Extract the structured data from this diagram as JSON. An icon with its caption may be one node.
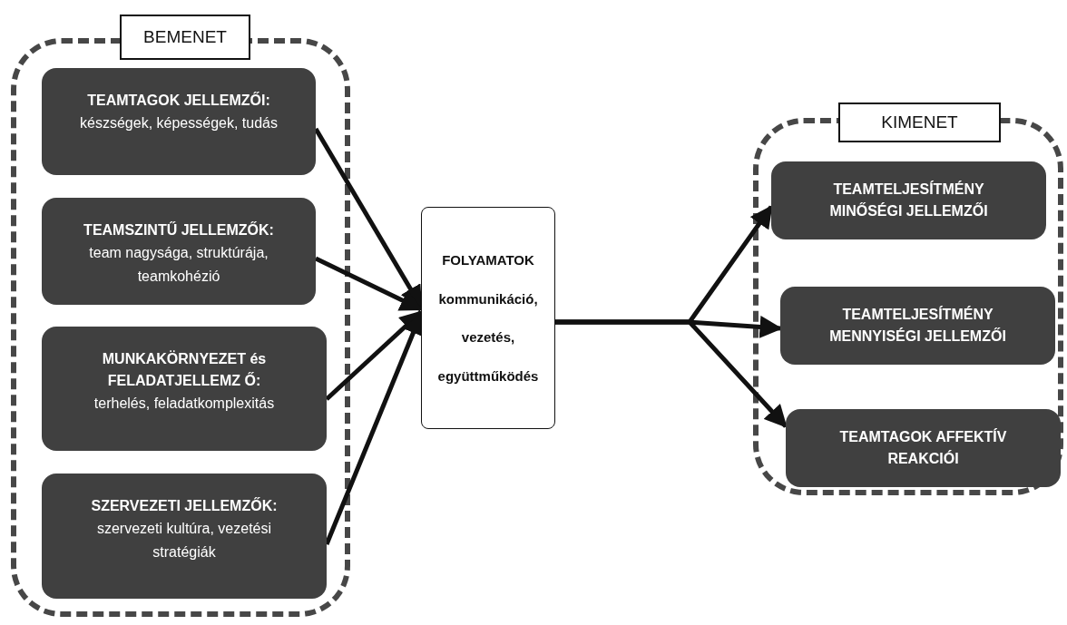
{
  "diagram": {
    "nodes": [
      {
        "text": [
          "BEMENET"
        ]
      },
      {
        "text": [
          "TEAMTAGOK JELLEMZŐI:",
          "készségek, képességek, tudás"
        ],
        "in": 0
      },
      {
        "text": [
          "TEAMSZINTŰ JELLEMZŐK:",
          "team nagysága, struktúrája, teamkohézió"
        ],
        "in": 0
      },
      {
        "text": [
          "MUNKAKÖRNYEZET és FELADATJELLEMZ Ő:",
          "terhelés, feladatkomplexitás"
        ],
        "in": 0
      },
      {
        "text": [
          "SZERVEZETI JELLEMZŐK:",
          "szervezeti kultúra, vezetési stratégiák"
        ],
        "in": 0
      },
      {
        "text": [
          "FOLYAMATOK",
          "kommunikáció,",
          "vezetés,",
          "együttműködés"
        ]
      },
      {
        "text": [
          "KIMENET"
        ]
      },
      {
        "text": [
          "TEAMTELJESÍTMÉNY MINŐSÉGI JELLEMZŐI"
        ],
        "in": 6
      },
      {
        "text": [
          "TEAMTELJESÍTMÉNY MENNYISÉGI JELLEMZŐI"
        ],
        "in": 6
      },
      {
        "text": [
          "TEAMTAGOK AFFEKTÍV REAKCIÓI"
        ],
        "in": 6
      }
    ],
    "edges": [
      {
        "from": 1,
        "to": 5,
        "arrow": "to"
      },
      {
        "from": 2,
        "to": 5,
        "arrow": "to"
      },
      {
        "from": 3,
        "to": 5,
        "arrow": "to"
      },
      {
        "from": 4,
        "to": 5,
        "arrow": "to"
      },
      {
        "from": 5,
        "to": 7,
        "arrow": "to"
      },
      {
        "from": 5,
        "to": 8,
        "arrow": "to"
      },
      {
        "from": 5,
        "to": 9,
        "arrow": "to"
      }
    ]
  }
}
